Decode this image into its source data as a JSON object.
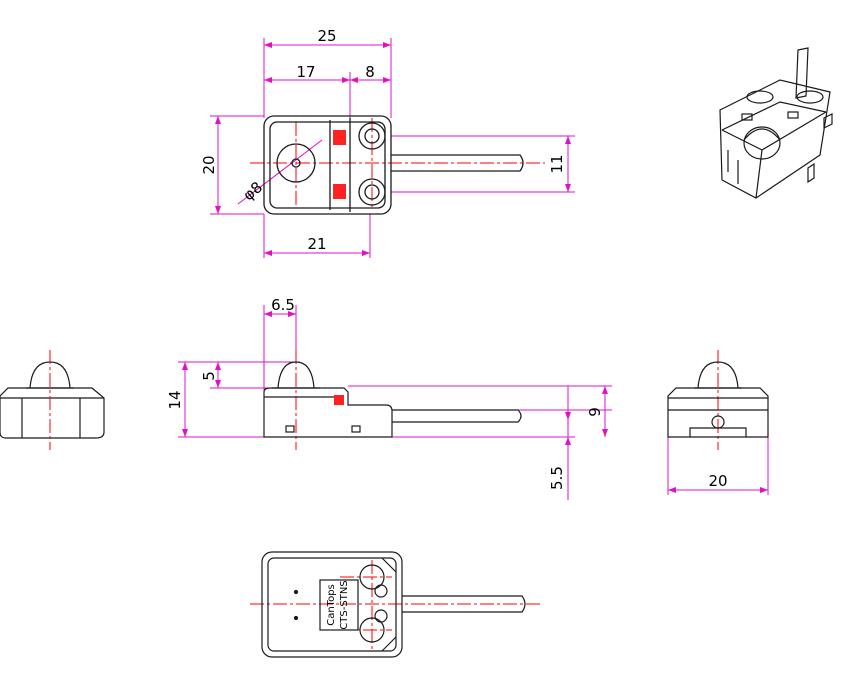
{
  "colors": {
    "dimension": "#e010c8",
    "centerline": "#ff0000",
    "outline": "#1a1a1a",
    "part": "#555555",
    "highlight": "#ff2222",
    "background": "#ffffff"
  },
  "top_view": {
    "dim_overall_width": "25",
    "dim_left_width": "17",
    "dim_right_width": "8",
    "dim_height": "20",
    "dim_button_dia": "φ8",
    "dim_base_width": "21",
    "dim_cable_pitch": "11"
  },
  "side_view": {
    "dim_button_offset": "6.5",
    "dim_button_height": "5",
    "dim_total_height": "14",
    "dim_cable_height": "9",
    "dim_cable_offset": "5.5"
  },
  "end_view": {
    "dim_width": "20"
  },
  "bottom_view": {
    "label_line1": "CanTops",
    "label_line2": "CTS-STNS"
  },
  "iso_view": {
    "icon": "isometric-switch-icon"
  }
}
